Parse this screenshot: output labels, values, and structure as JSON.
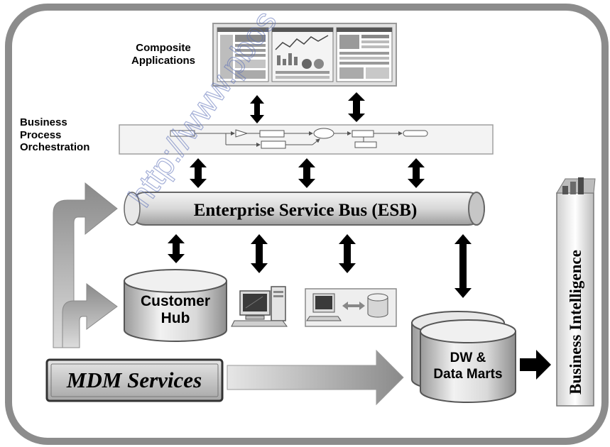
{
  "diagram": {
    "composite_label_line1": "Composite",
    "composite_label_line2": "Applications",
    "bpo_label_line1": "Business",
    "bpo_label_line2": "Process",
    "bpo_label_line3": "Orchestration",
    "esb_label": "Enterprise Service Bus (ESB)",
    "customer_hub_line1": "Customer",
    "customer_hub_line2": "Hub",
    "dw_line1": "DW &",
    "dw_line2": "Data Marts",
    "mdm_label": "MDM Services",
    "bi_label": "Business Intelligence",
    "watermark": "http://www.pbos"
  }
}
